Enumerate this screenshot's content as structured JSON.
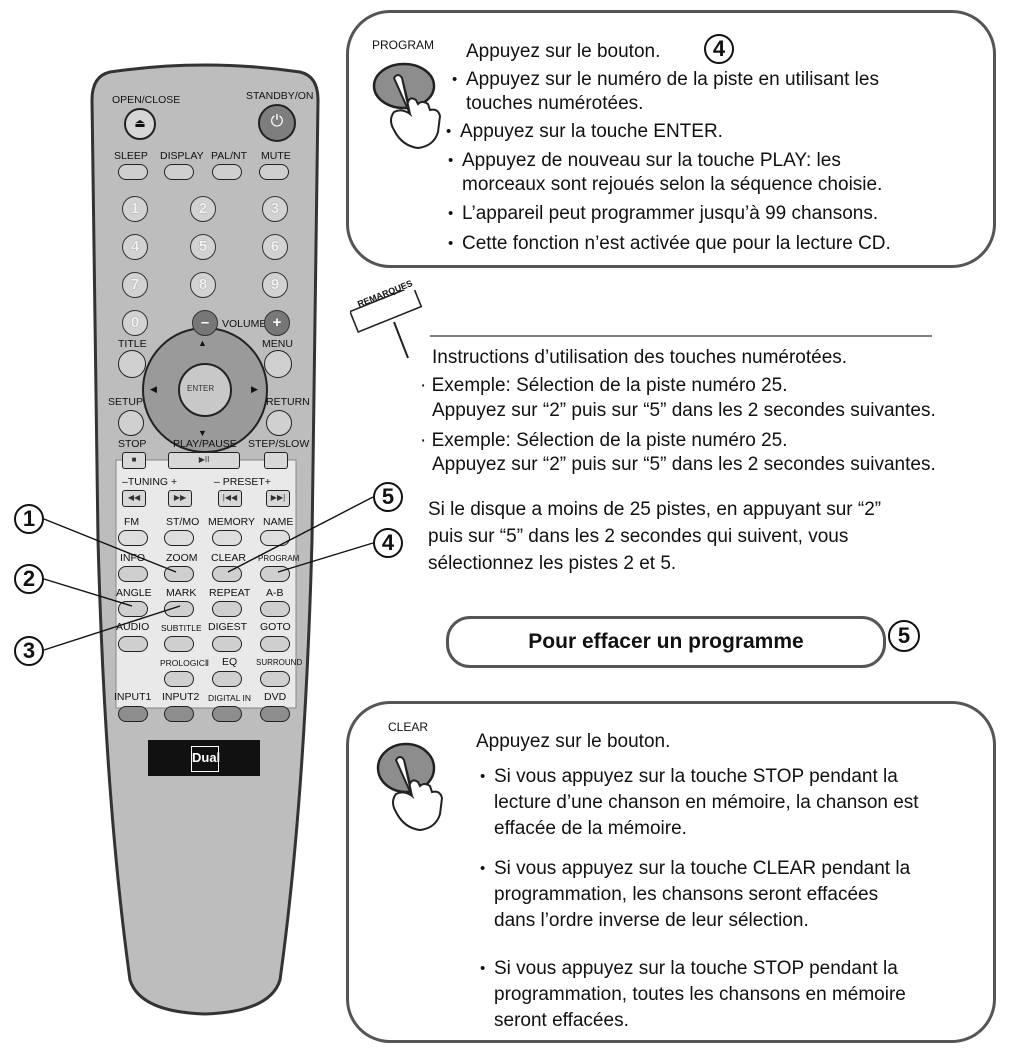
{
  "remote": {
    "labels": {
      "open_close": "OPEN/CLOSE",
      "standby_on": "STANDBY/ON",
      "sleep": "SLEEP",
      "display": "DISPLAY",
      "pal_nt": "PAL/NT",
      "mute": "MUTE",
      "volume": "VOLUME",
      "title": "TITLE",
      "menu": "MENU",
      "enter": "ENTER",
      "setup": "SETUP",
      "return": "RETURN",
      "stop": "STOP",
      "play_pause": "PLAY/PAUSE",
      "step_slow": "STEP/SLOW",
      "tuning": "–TUNING +",
      "preset": "– PRESET+",
      "fm": "FM",
      "st_mo": "ST/MO",
      "memory": "MEMORY",
      "name": "NAME",
      "info": "INFO",
      "zoom": "ZOOM",
      "clear": "CLEAR",
      "program": "PROGRAM",
      "angle": "ANGLE",
      "mark": "MARK",
      "repeat": "REPEAT",
      "a_b": "A-B",
      "audio": "AUDIO",
      "subtitle": "SUBTITLE",
      "digest": "DIGEST",
      "goto": "GOTO",
      "prologic": "PROLOGICⅡ",
      "eq": "EQ",
      "surround": "SURROUND",
      "input1": "INPUT1",
      "input2": "INPUT2",
      "digital_in": "DIGITAL IN",
      "dvd": "DVD",
      "brand": "Dual"
    },
    "numbers": [
      "1",
      "2",
      "3",
      "4",
      "5",
      "6",
      "7",
      "8",
      "9",
      "0"
    ],
    "vol_minus": "–",
    "vol_plus": "+"
  },
  "callouts": [
    "1",
    "2",
    "3",
    "4",
    "5"
  ],
  "program_panel": {
    "button_label": "PROGRAM",
    "intro": "Appuyez sur le bouton.",
    "step": "4",
    "bullets": [
      "Appuyez sur le numéro de la piste en utilisant les",
      "touches numérotées.",
      "Appuyez sur la touche ENTER.",
      "Appuyez de nouveau sur la touche PLAY: les",
      "morceaux sont rejoués selon la séquence choisie.",
      "L’appareil peut programmer jusqu’à 99 chansons.",
      "Cette fonction n’est activée que pour la lecture CD."
    ]
  },
  "remarks": {
    "sign": "REMARQUES",
    "heading": "Instructions d’utilisation des touches numérotées.",
    "ex1_a": "· Exemple: Sélection de la piste numéro 25.",
    "ex1_b": "Appuyez sur “2” puis sur “5” dans les 2 secondes suivantes.",
    "ex2_a": "· Exemple: Sélection de la piste numéro 25.",
    "ex2_b": "Appuyez sur “2” puis sur “5” dans les 2 secondes suivantes.",
    "note_1": "Si le disque a moins de 25 pistes, en appuyant sur “2”",
    "note_2": "puis sur “5” dans les 2 secondes qui suivent, vous",
    "note_3": "sélectionnez les pistes 2 et 5."
  },
  "erase_heading": {
    "text": "Pour effacer un programme",
    "step": "5"
  },
  "clear_panel": {
    "button_label": "CLEAR",
    "intro": "Appuyez sur le bouton.",
    "lines": [
      "Si vous appuyez sur la touche STOP pendant la",
      "lecture d’une chanson en mémoire, la chanson est",
      "effacée de la mémoire.",
      "Si vous appuyez sur la touche CLEAR pendant la",
      "programmation, les chansons seront effacées",
      "dans l’ordre inverse de leur sélection.",
      "Si vous appuyez sur la touche STOP pendant la",
      "programmation, toutes les chansons en mémoire",
      "seront effacées."
    ]
  }
}
